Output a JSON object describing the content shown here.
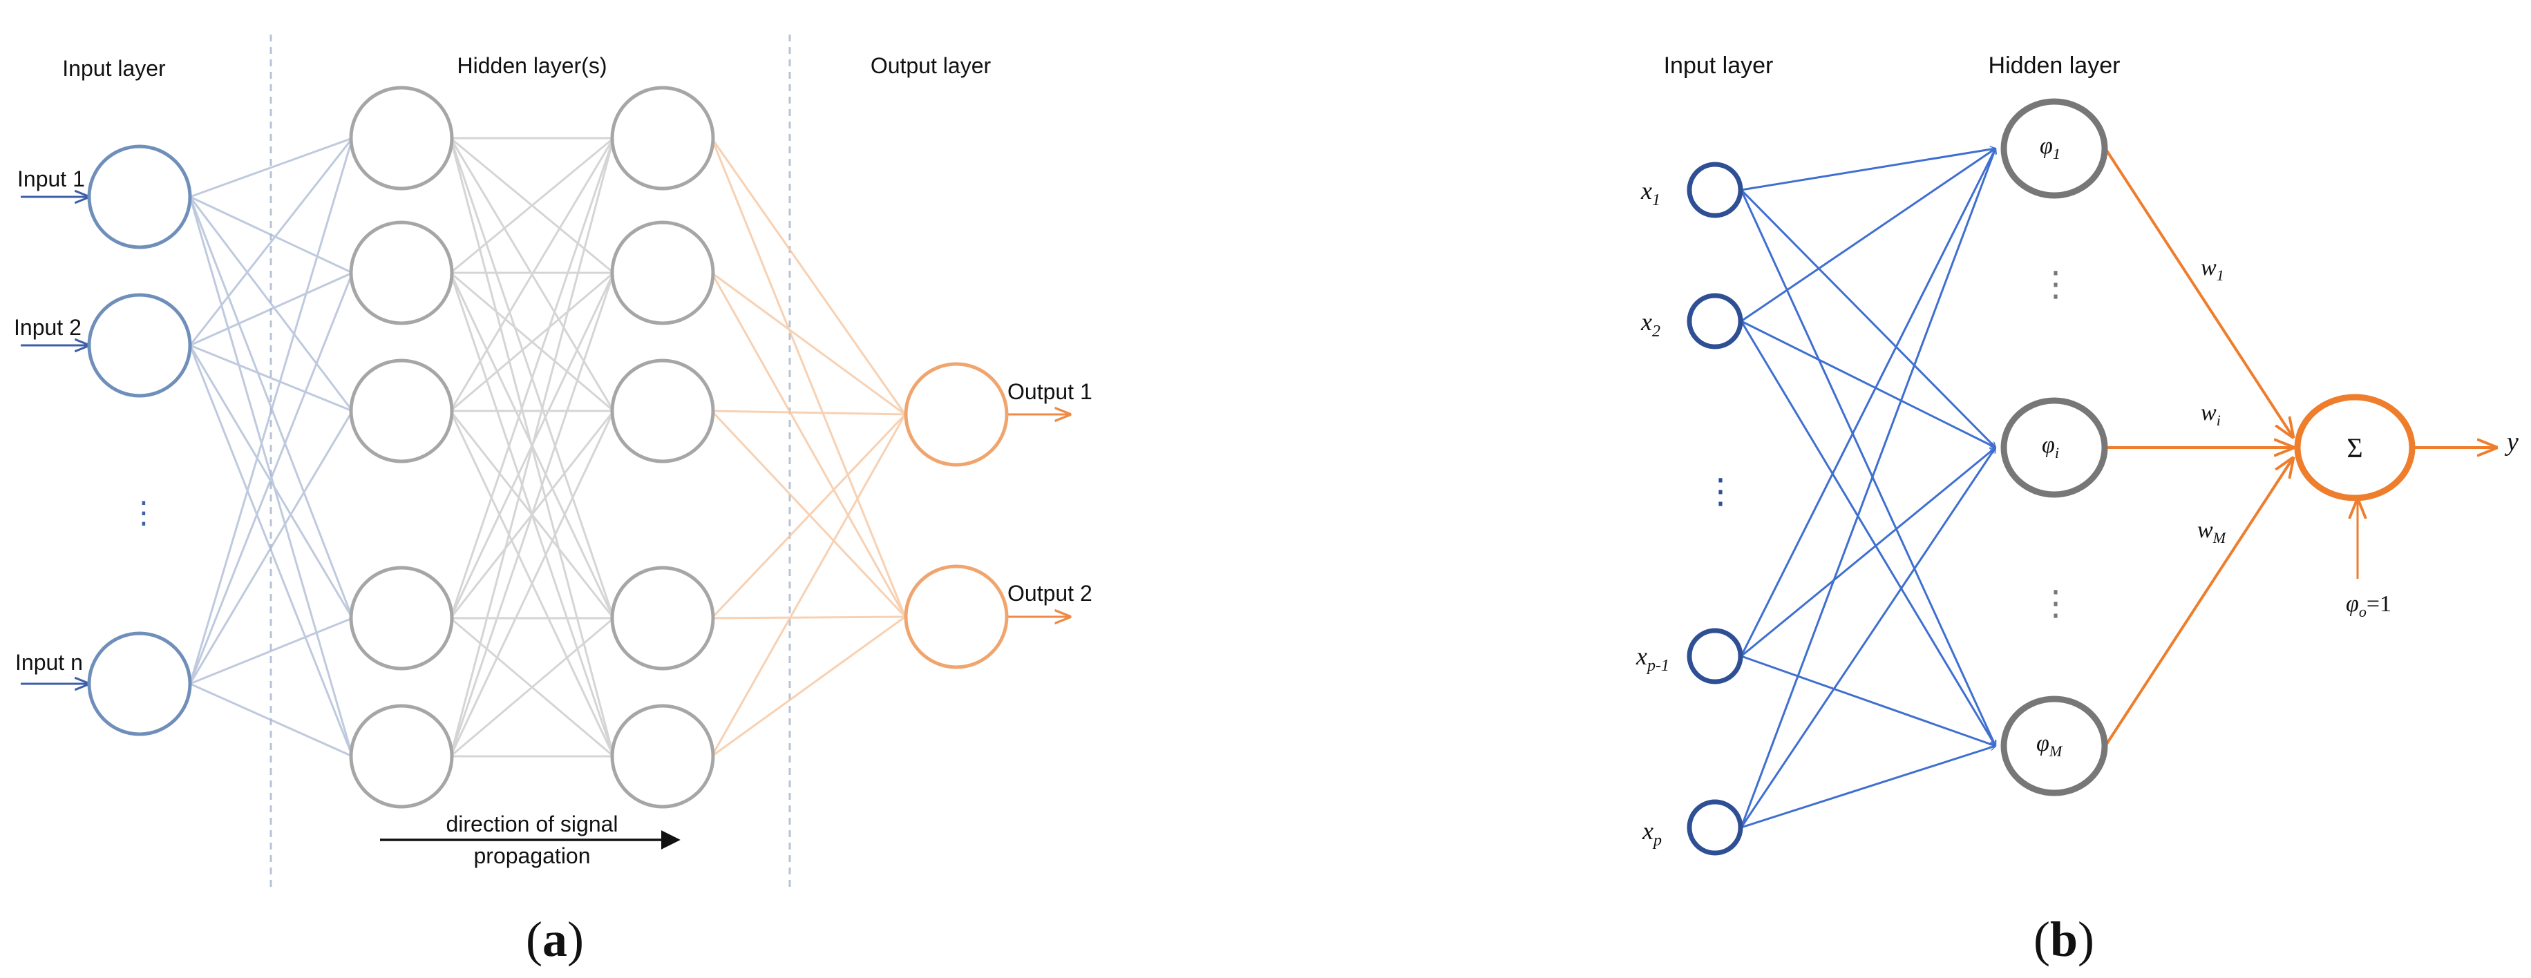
{
  "colors": {
    "input_node": "#6f8fba",
    "input_edge": "#aab9d4",
    "hidden_node": "#a6a6a6",
    "hidden_edge": "#c4c4c4",
    "output_node": "#f0a56e",
    "output_edge": "#f6c9a6",
    "b_blue": "#3f6fd0",
    "b_blue_node": "#2f4f95",
    "b_gray": "#777777",
    "b_orange": "#ee7d2c",
    "divider": "#b7c3d5"
  },
  "panel_a": {
    "caption_open": "(",
    "caption_letter": "a",
    "caption_close": ")",
    "input_layer_title": "Input layer",
    "hidden_layer_title": "Hidden layer(s)",
    "output_layer_title": "Output layer",
    "inputs": [
      "Input 1",
      "Input 2",
      "Input n"
    ],
    "input_ellipsis": "⋮",
    "outputs": [
      "Output 1",
      "Output 2"
    ],
    "direction_line1": "direction of signal",
    "direction_line2": "propagation"
  },
  "panel_b": {
    "caption_open": "(",
    "caption_letter": "b",
    "caption_close": ")",
    "input_layer_title": "Input layer",
    "hidden_layer_title": "Hidden layer",
    "inputs": [
      {
        "base": "x",
        "sub": "1"
      },
      {
        "base": "x",
        "sub": "2"
      },
      {
        "base": "x",
        "sub": "p-1"
      },
      {
        "base": "x",
        "sub": "p"
      }
    ],
    "input_ellipsis": "⋮",
    "hidden": [
      {
        "base": "φ",
        "sub": "1"
      },
      {
        "base": "φ",
        "sub": "i"
      },
      {
        "base": "φ",
        "sub": "M"
      }
    ],
    "hidden_ellipsis": "⋮",
    "weights": [
      {
        "base": "w",
        "sub": "1"
      },
      {
        "base": "w",
        "sub": "i"
      },
      {
        "base": "w",
        "sub": "M"
      }
    ],
    "sum_symbol": "Σ",
    "output": "y",
    "bias": {
      "base": "φ",
      "sub": "o",
      "rest": "=1"
    }
  }
}
